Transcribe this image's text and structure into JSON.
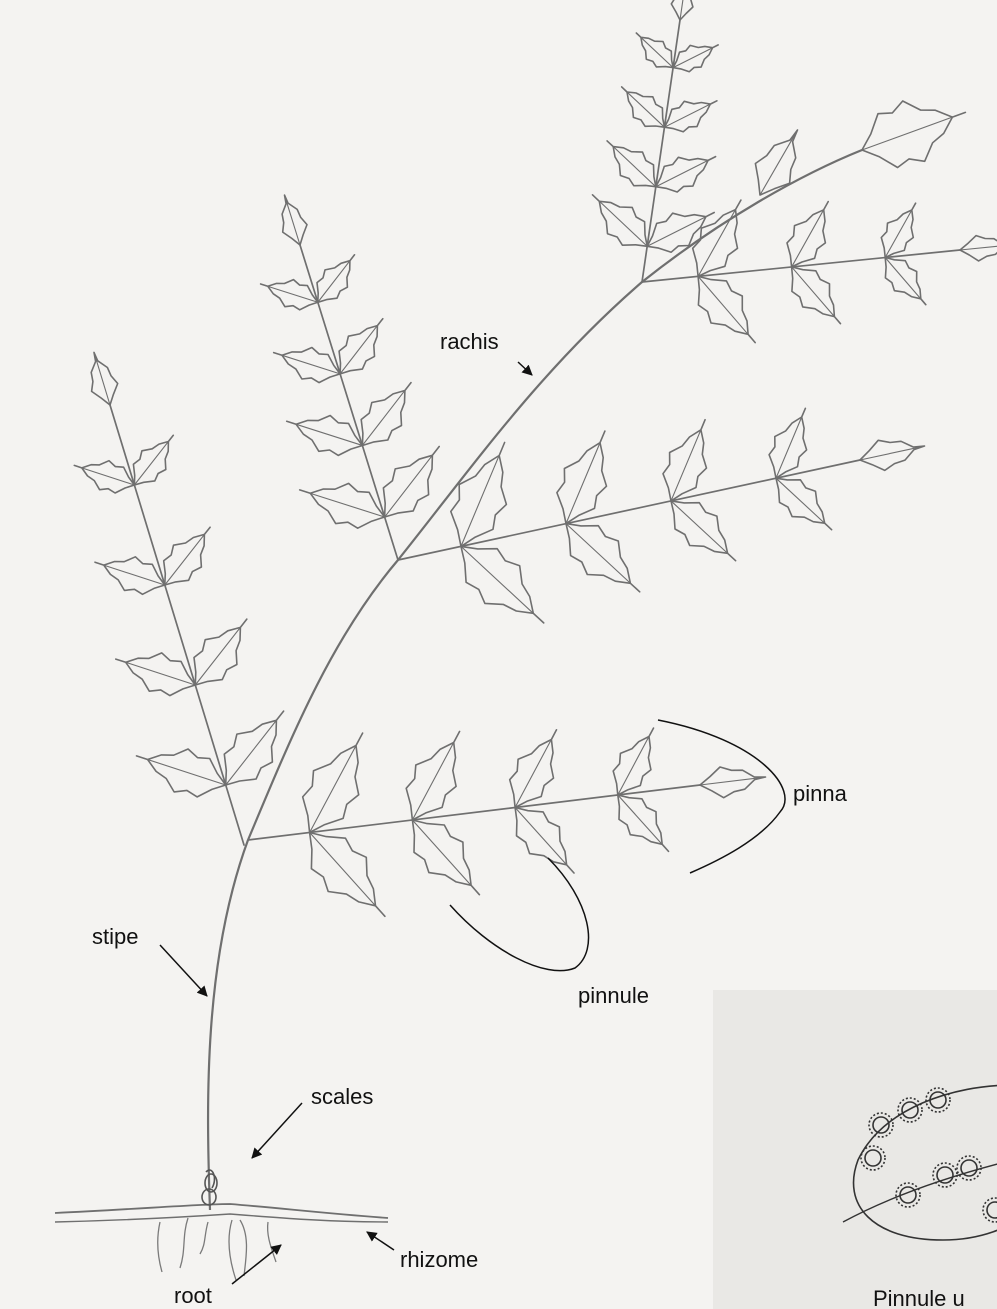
{
  "labels": {
    "rachis": "rachis",
    "pinna": "pinna",
    "pinnule": "pinnule",
    "stipe": "stipe",
    "scales": "scales",
    "rhizome": "rhizome",
    "root": "root"
  },
  "inset": {
    "caption": "Pinnule u"
  },
  "colors": {
    "paper": "#f4f3f1",
    "pencil": "#6f6f6f",
    "ink": "#111111",
    "inset_bg": "#e9e8e5"
  }
}
